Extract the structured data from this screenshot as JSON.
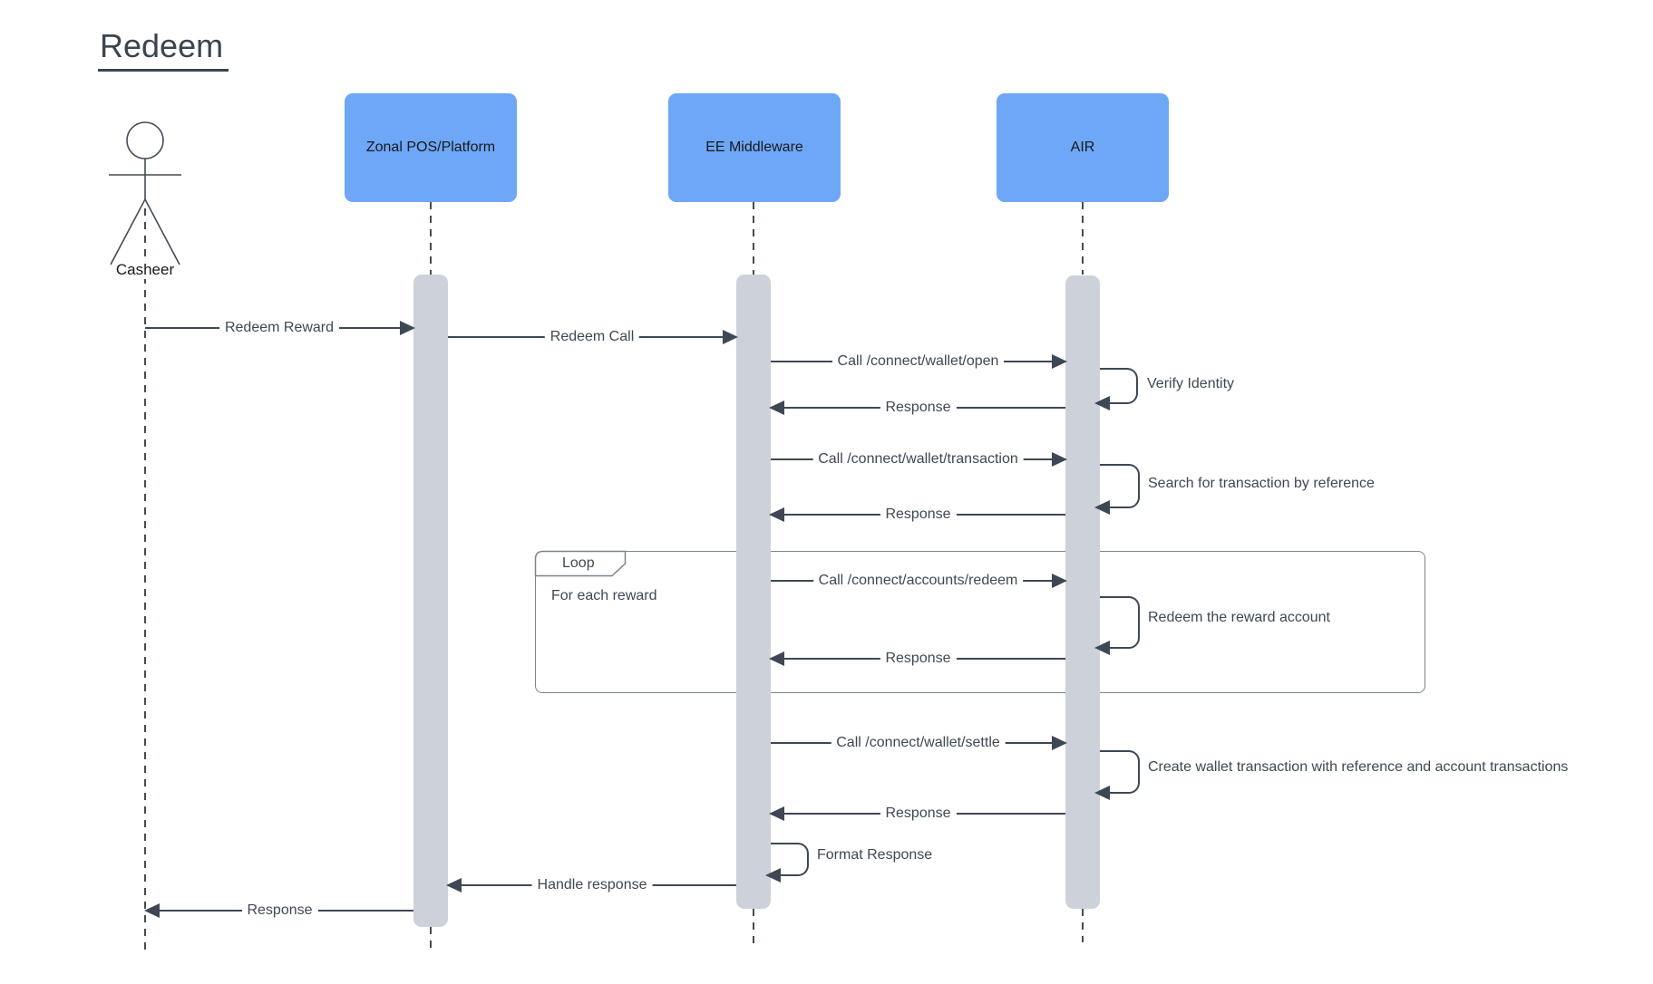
{
  "title": "Redeem",
  "actor": {
    "name": "Casheer"
  },
  "participants": [
    {
      "label": "Zonal POS/Platform"
    },
    {
      "label": "EE Middleware"
    },
    {
      "label": "AIR"
    }
  ],
  "loop_fragment": {
    "label": "Loop",
    "guard": "For each reward"
  },
  "messages": [
    {
      "label": "Redeem Reward",
      "from": "Casheer",
      "to": "Zonal POS/Platform",
      "kind": "call"
    },
    {
      "label": "Redeem Call",
      "from": "Zonal POS/Platform",
      "to": "EE Middleware",
      "kind": "call"
    },
    {
      "label": "Call /connect/wallet/open",
      "from": "EE Middleware",
      "to": "AIR",
      "kind": "call"
    },
    {
      "label": "Verify Identity",
      "on": "AIR",
      "kind": "self"
    },
    {
      "label": "Response",
      "from": "AIR",
      "to": "EE Middleware",
      "kind": "return"
    },
    {
      "label": "Call /connect/wallet/transaction",
      "from": "EE Middleware",
      "to": "AIR",
      "kind": "call"
    },
    {
      "label": "Search for transaction by reference",
      "on": "AIR",
      "kind": "self"
    },
    {
      "label": "Response",
      "from": "AIR",
      "to": "EE Middleware",
      "kind": "return"
    },
    {
      "label": "Call /connect/accounts/redeem",
      "from": "EE Middleware",
      "to": "AIR",
      "kind": "call",
      "in_loop": true
    },
    {
      "label": "Redeem the reward account",
      "on": "AIR",
      "kind": "self",
      "in_loop": true
    },
    {
      "label": "Response",
      "from": "AIR",
      "to": "EE Middleware",
      "kind": "return",
      "in_loop": true
    },
    {
      "label": "Call /connect/wallet/settle",
      "from": "EE Middleware",
      "to": "AIR",
      "kind": "call"
    },
    {
      "label": "Create wallet transaction with reference and account transactions",
      "on": "AIR",
      "kind": "self"
    },
    {
      "label": "Response",
      "from": "AIR",
      "to": "EE Middleware",
      "kind": "return"
    },
    {
      "label": "Format Response",
      "on": "EE Middleware",
      "kind": "self"
    },
    {
      "label": "Handle response",
      "from": "EE Middleware",
      "to": "Zonal POS/Platform",
      "kind": "return"
    },
    {
      "label": "Response",
      "from": "Zonal POS/Platform",
      "to": "Casheer",
      "kind": "return"
    }
  ],
  "colors": {
    "participant_fill": "#6ea7f5",
    "activation_fill": "#cdd2da",
    "line": "#3e4854",
    "loop_border": "#7b848d",
    "background": "#ffffff"
  }
}
